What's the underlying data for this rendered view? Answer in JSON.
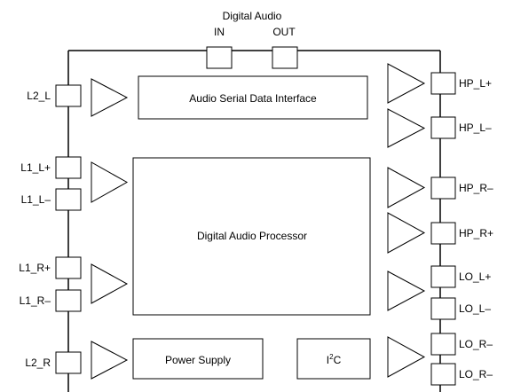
{
  "digital_audio": {
    "title": "Digital Audio",
    "in_label": "IN",
    "out_label": "OUT"
  },
  "blocks": {
    "serial_interface": "Audio Serial Data Interface",
    "processor": "Digital Audio Processor",
    "power_supply": "Power Supply",
    "i2c_prefix": "I",
    "i2c_superscript": "2",
    "i2c_suffix": "C"
  },
  "left_pins": [
    "L2_L",
    "L1_L+",
    "L1_L–",
    "L1_R+",
    "L1_R–",
    "L2_R"
  ],
  "right_pins": [
    "HP_L+",
    "HP_L–",
    "HP_R–",
    "HP_R+",
    "LO_L+",
    "LO_L–",
    "LO_R–",
    "LO_R–"
  ]
}
